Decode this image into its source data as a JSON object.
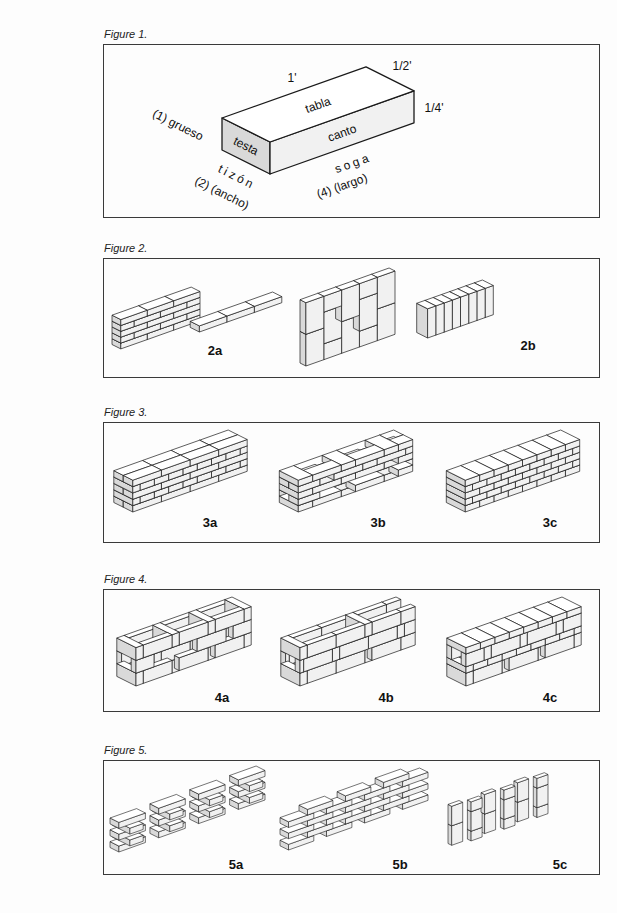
{
  "diagram": {
    "nodes": [
      {
        "text": [
          "Figure 1."
        ]
      },
      {
        "text": [
          "Figure 2."
        ]
      },
      {
        "text": [
          "Figure 3."
        ]
      },
      {
        "text": [
          "Figure 4."
        ]
      },
      {
        "text": [
          "Figure 5."
        ]
      }
    ],
    "labels": [
      "1'",
      "1/2'",
      "tabla",
      "(1) grueso",
      "testa",
      "canto",
      "1/4'",
      "tizón",
      "(2) (ancho)",
      "soga",
      "(4) (largo)",
      "2a",
      "2b",
      "3a",
      "3b",
      "3c",
      "4a",
      "4b",
      "4c",
      "5a",
      "5b",
      "5c"
    ]
  }
}
